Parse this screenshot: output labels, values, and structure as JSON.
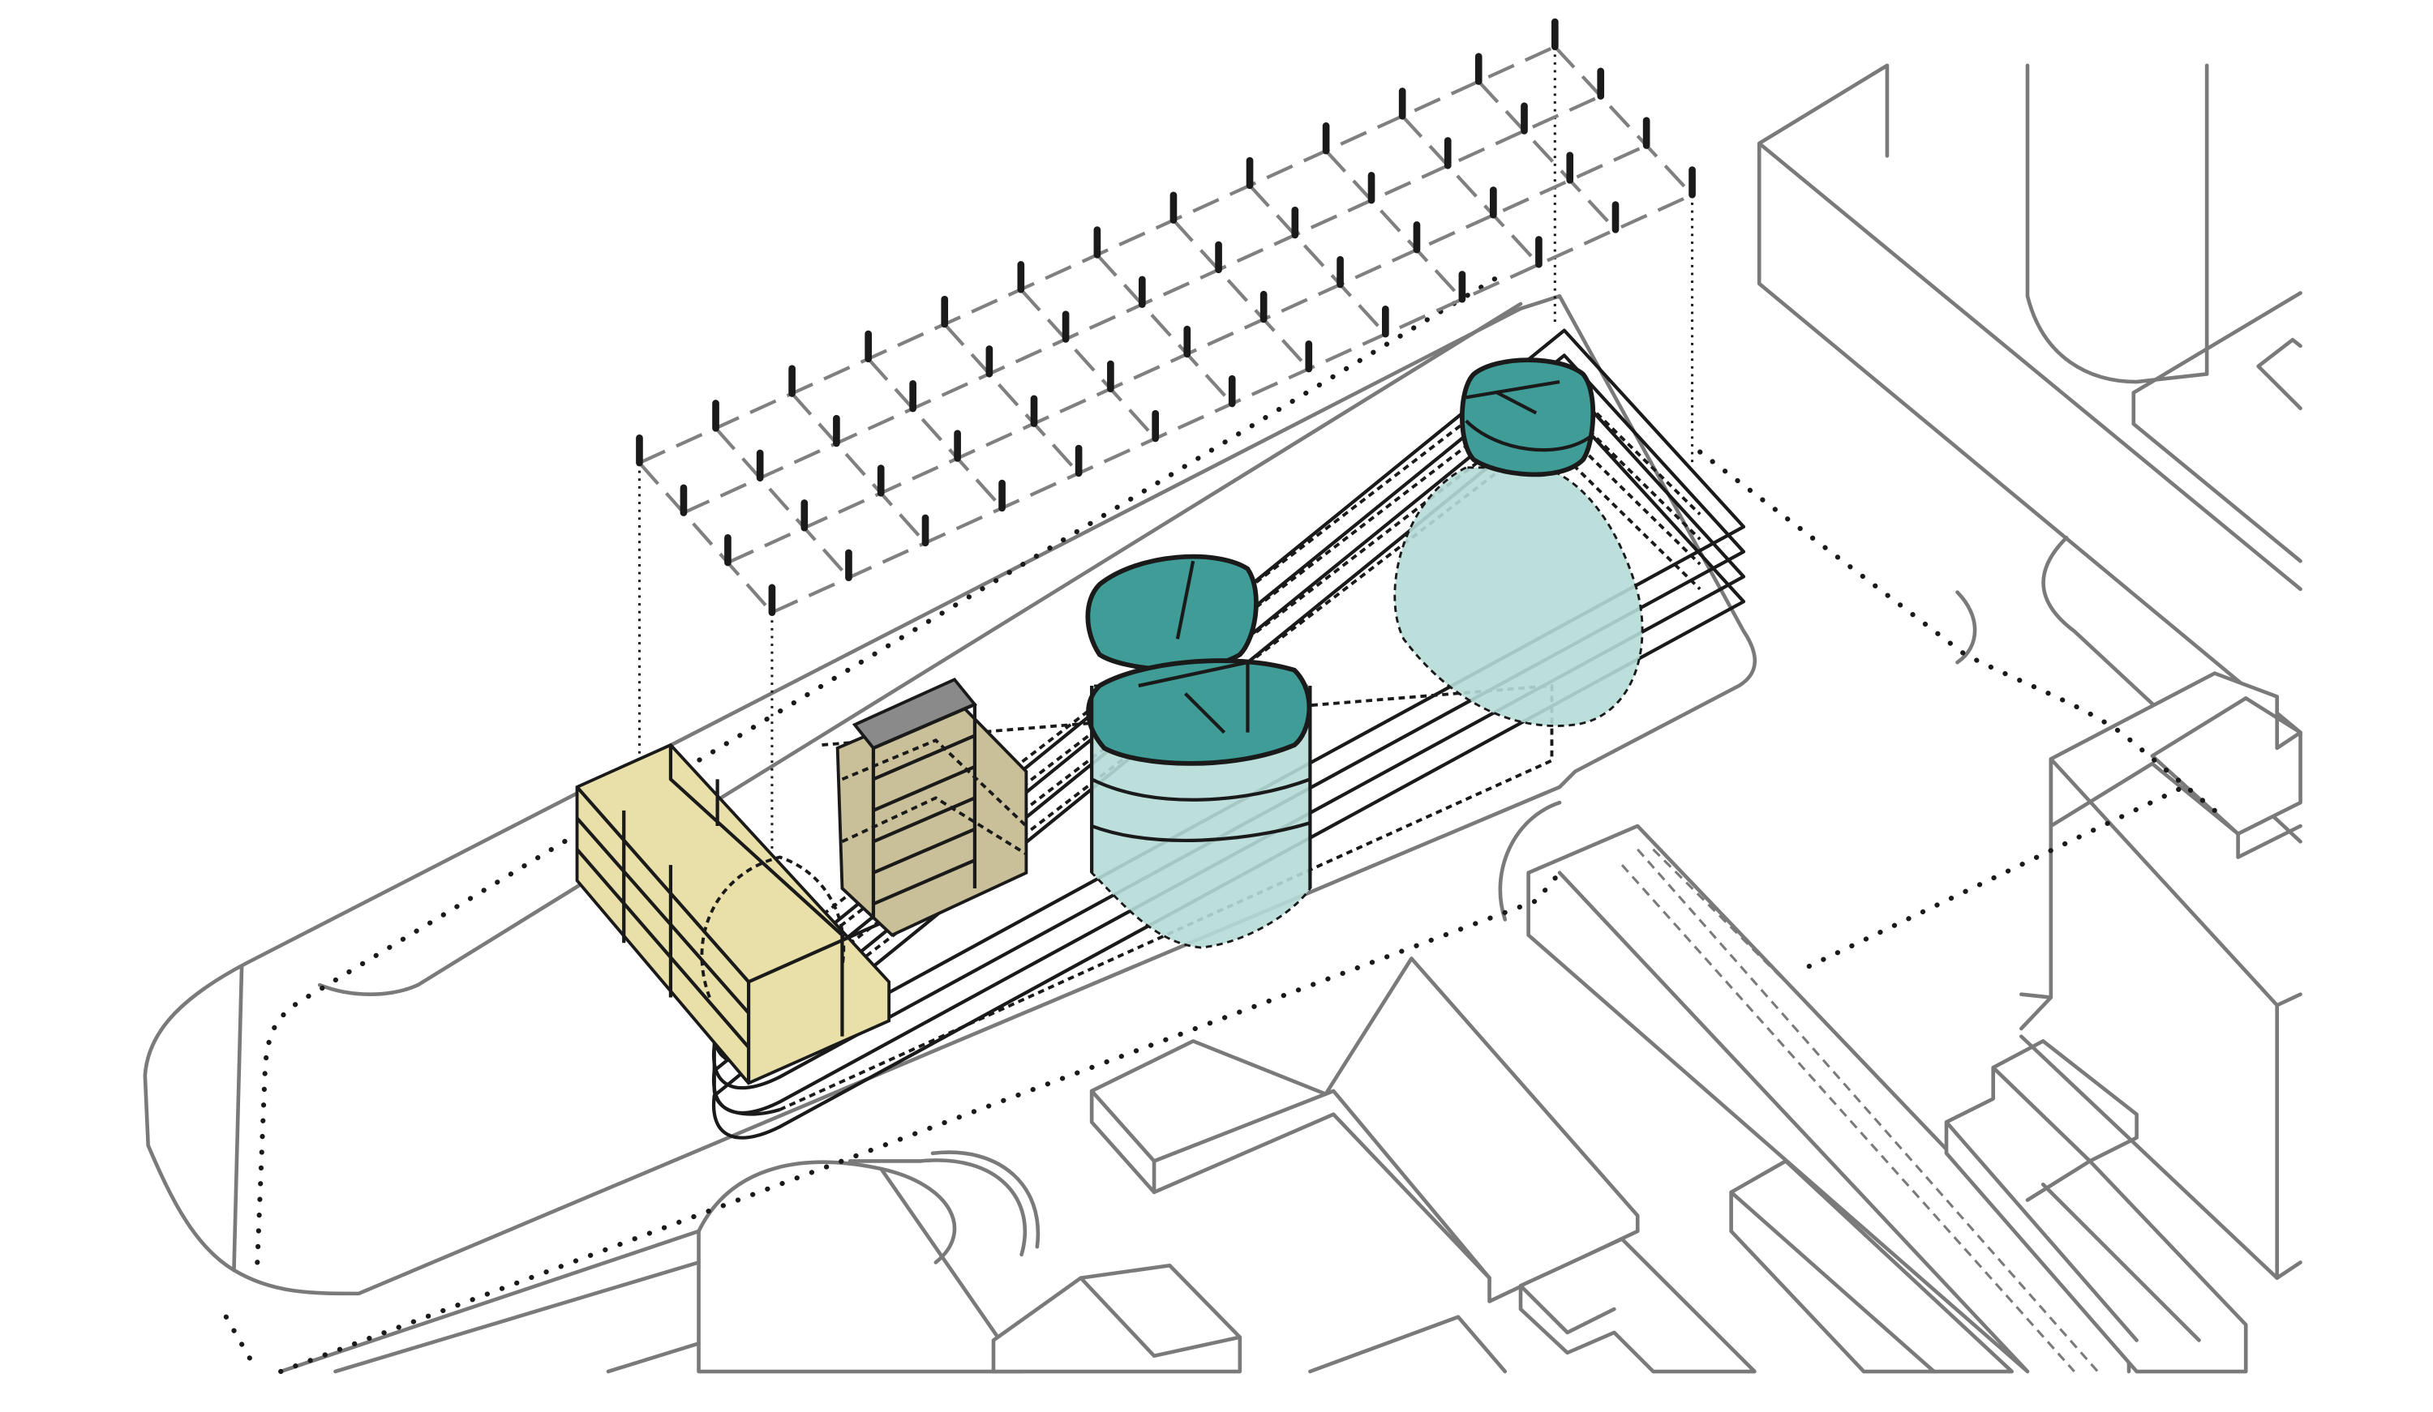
{
  "colors": {
    "context_line": "#7a7a7a",
    "ink": "#1a1a1a",
    "yellow_volume": "#e8e0a8",
    "khaki_volume": "#c9bf98",
    "teal_light": "#b5dcd8",
    "teal_dark": "#3f9c97",
    "roof_gray": "#8a8a8a"
  },
  "grid": {
    "columns": 12,
    "rows": 3
  },
  "floor_plates": {
    "count": 4
  }
}
